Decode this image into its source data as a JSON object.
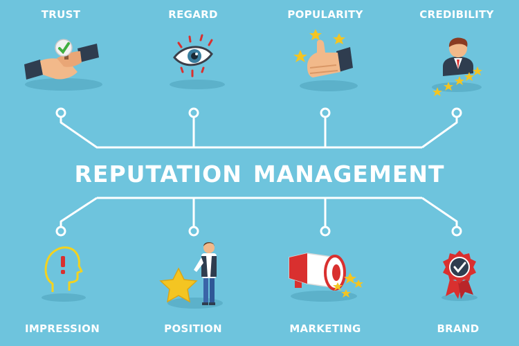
{
  "title": {
    "word1": "REPUTATION",
    "word2": "MANAGEMENT"
  },
  "top_items": [
    {
      "label": "TRUST",
      "icon": "handshake-icon"
    },
    {
      "label": "REGARD",
      "icon": "eye-icon"
    },
    {
      "label": "POPULARITY",
      "icon": "thumbs-up-icon"
    },
    {
      "label": "CREDIBILITY",
      "icon": "businessman-rating-icon"
    }
  ],
  "bottom_items": [
    {
      "label": "IMPRESSION",
      "icon": "head-exclamation-icon"
    },
    {
      "label": "POSITION",
      "icon": "man-with-star-icon"
    },
    {
      "label": "MARKETING",
      "icon": "megaphone-icon"
    },
    {
      "label": "BRAND",
      "icon": "quality-badge-icon"
    }
  ],
  "colors": {
    "background": "#6ec4dd",
    "lines": "#ffffff",
    "star": "#f4c522",
    "megaphone_red": "#d9302f"
  }
}
